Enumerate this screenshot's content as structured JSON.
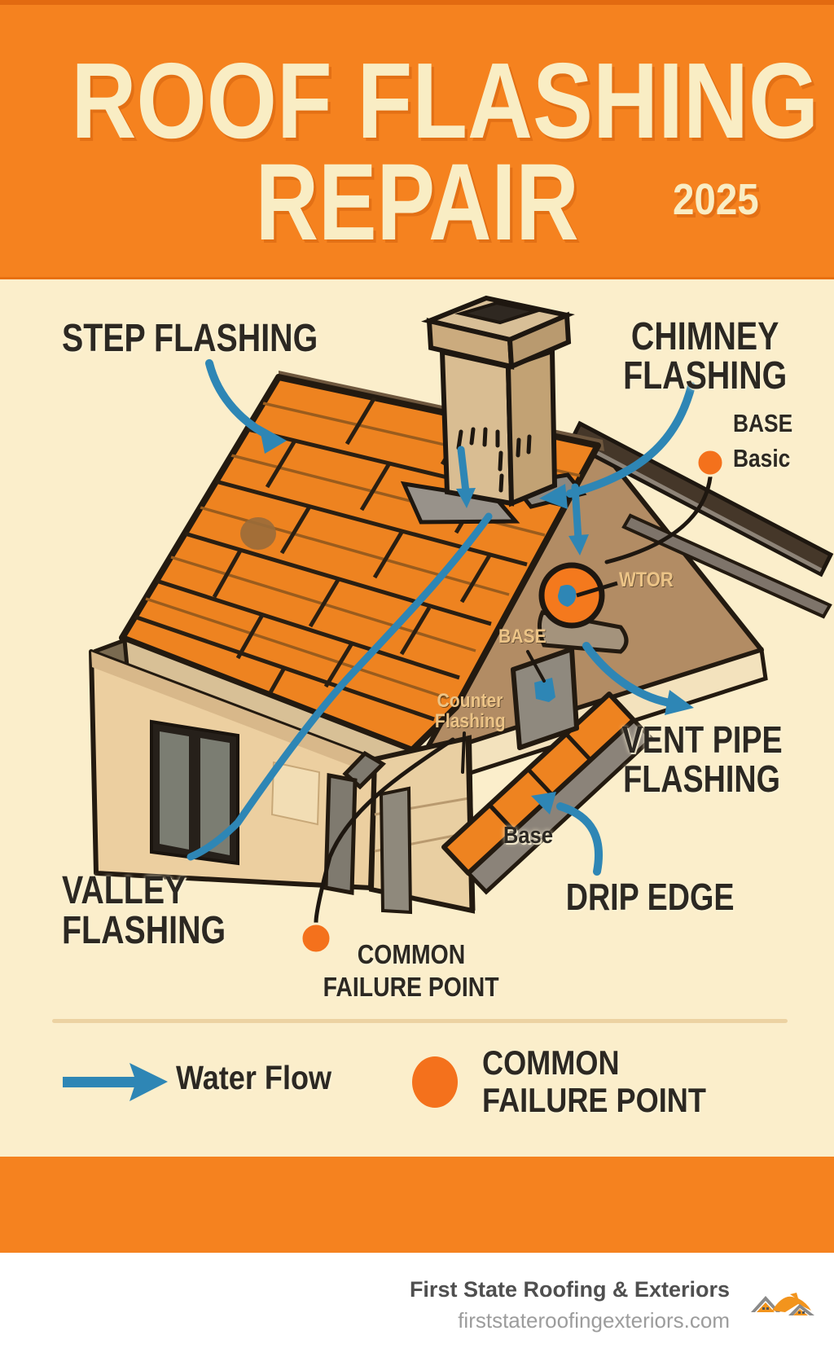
{
  "header": {
    "title_line1": "ROOF FLASHING",
    "title_line2": "REPAIR",
    "year": "2025"
  },
  "diagram": {
    "step_flashing": "STEP FLASHING",
    "chimney_l1": "CHIMNEY",
    "chimney_l2": "FLASHING",
    "base_upper": "BASE",
    "basic": "Basic",
    "wtor": "WTOR",
    "base_gable": "BASE",
    "counter_l1": "Counter",
    "counter_l2": "Flashing",
    "vent_l1": "VENT PIPE",
    "vent_l2": "FLASHING",
    "base_lower": "Base",
    "drip_edge": "DRIP EDGE",
    "valley_l1": "VALLEY",
    "valley_l2": "FLASHING",
    "failure_l1": "COMMON",
    "failure_l2": "FAILURE POINT"
  },
  "legend": {
    "water_flow": "Water Flow",
    "failure_l1": "COMMON",
    "failure_l2": "FAILURE POINT"
  },
  "footer": {
    "company": "First State Roofing & Exteriors",
    "website": "firststateroofingexteriors.com"
  },
  "colors": {
    "header_orange": "#f5821f",
    "body_cream": "#fbeecb",
    "roof_orange": "#ee8320",
    "arrow_blue": "#2e86b5",
    "marker_orange": "#f4711c",
    "label_dark": "#2c2822",
    "label_tan": "#ecc487",
    "footer_text": "#4f4f4f",
    "footer_muted": "#9c9c9c"
  }
}
